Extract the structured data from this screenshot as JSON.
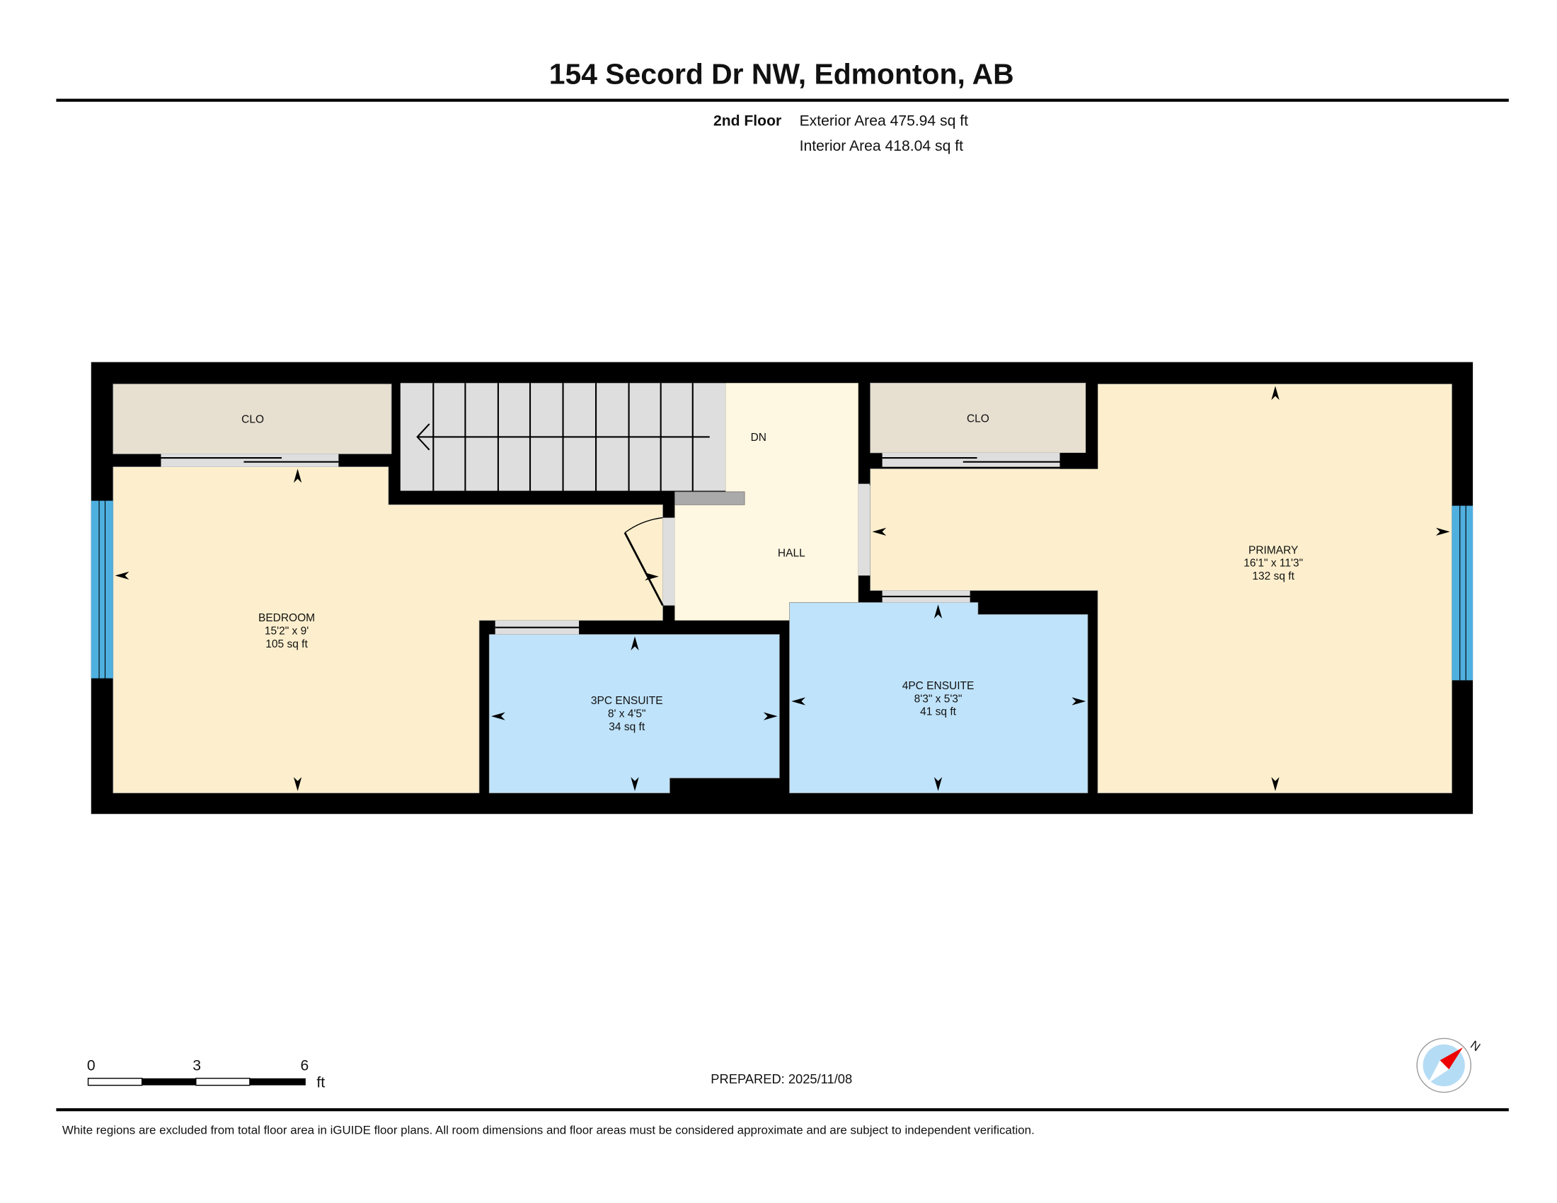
{
  "header": {
    "title": "154 Secord Dr NW, Edmonton, AB",
    "floor_label": "2nd Floor",
    "exterior_area": "Exterior Area 475.94 sq ft",
    "interior_area": "Interior Area 418.04 sq ft"
  },
  "rooms": {
    "bedroom_closet": {
      "name": "CLO"
    },
    "primary_closet": {
      "name": "CLO"
    },
    "stairs": {
      "label": "DN"
    },
    "hall": {
      "name": "HALL"
    },
    "bedroom": {
      "name": "BEDROOM",
      "dims": "15'2\" x 9'",
      "area": "105 sq ft"
    },
    "ensuite_3pc": {
      "name": "3PC ENSUITE",
      "dims": "8' x 4'5\"",
      "area": "34 sq ft"
    },
    "ensuite_4pc": {
      "name": "4PC ENSUITE",
      "dims": "8'3\" x 5'3\"",
      "area": "41 sq ft"
    },
    "primary": {
      "name": "PRIMARY",
      "dims": "16'1\" x 11'3\"",
      "area": "132 sq ft"
    }
  },
  "scale_bar": {
    "tick_0": "0",
    "tick_3": "3",
    "tick_6": "6",
    "unit": "ft"
  },
  "prepared": "PREPARED: 2025/11/08",
  "compass": {
    "north_label": "N"
  },
  "footer": {
    "disclaimer": "White regions are excluded from total floor area in iGUIDE floor plans. All room dimensions and floor areas must be considered approximate and are subject to independent verification."
  },
  "colors": {
    "wall": "#000000",
    "bedroom_fill": "#fdefcd",
    "hall_fill": "#fef7e2",
    "closet_fill": "#e7dfd0",
    "stairs_fill": "#dedede",
    "bath_fill": "#bfe3fa",
    "window": "#4fb0e0"
  }
}
